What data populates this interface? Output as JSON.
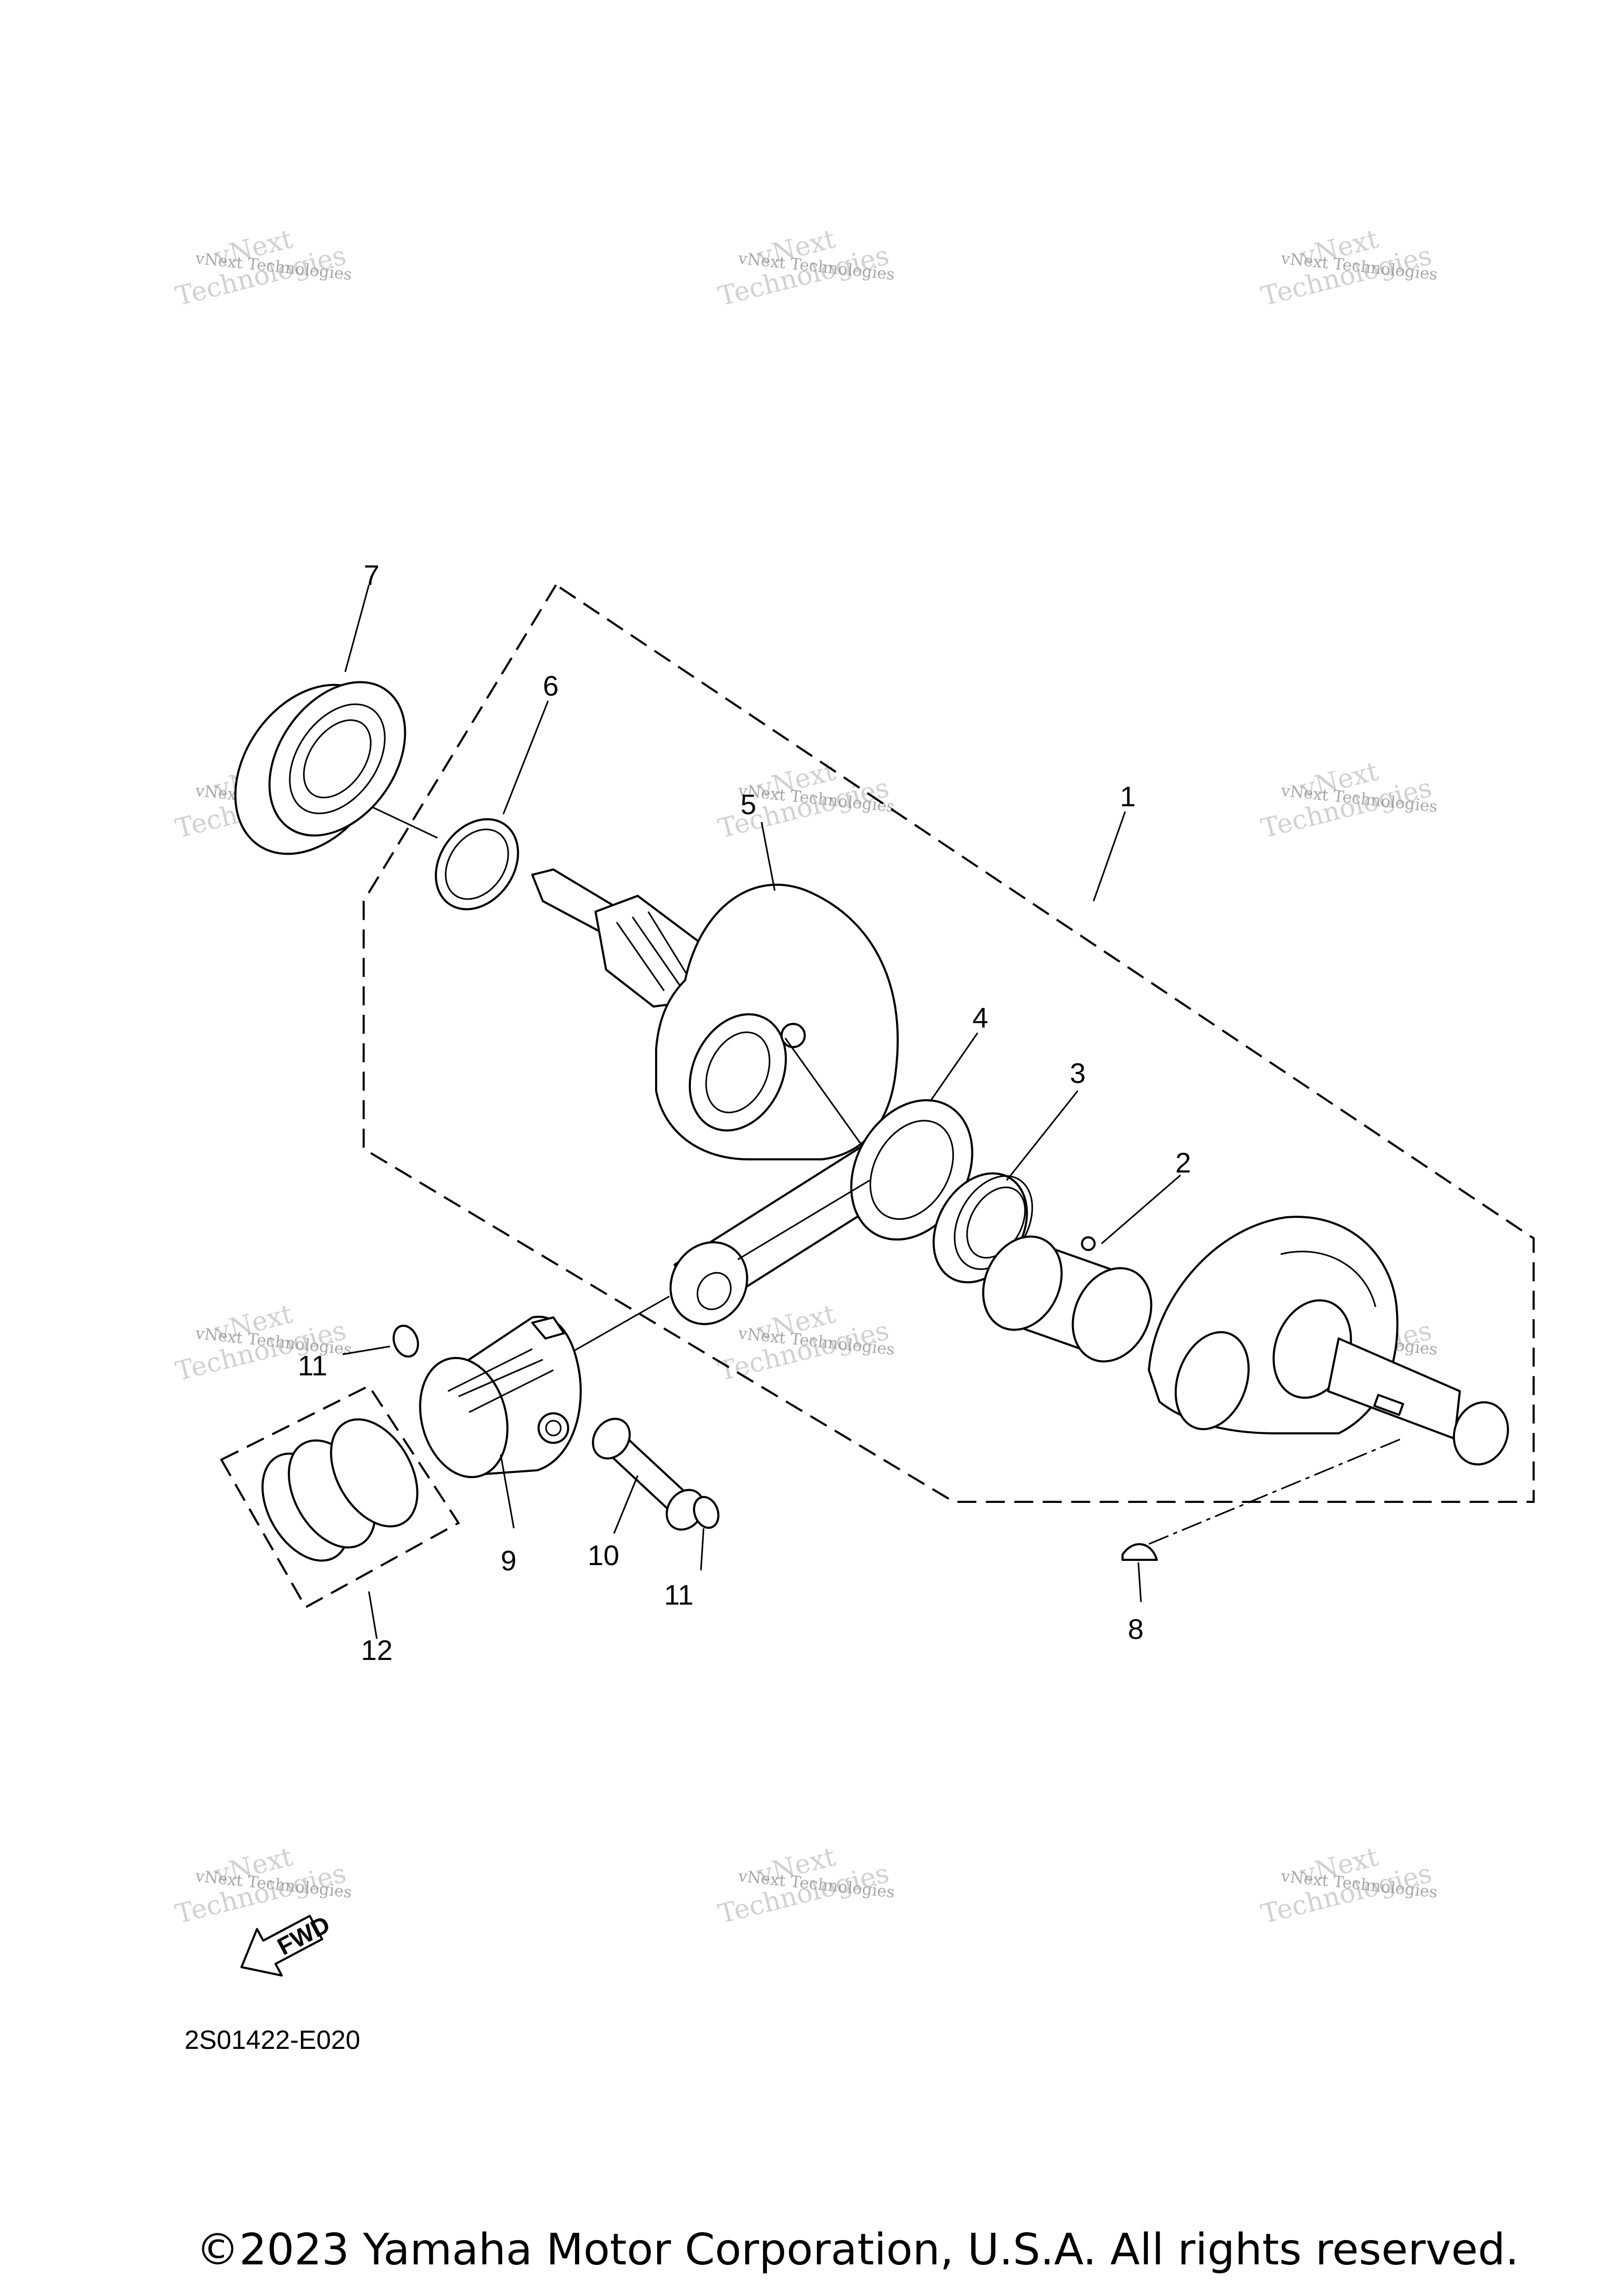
{
  "watermark": {
    "line1": "vNext Technologies",
    "line2": "vNext",
    "line3": "Technologies"
  },
  "callouts": {
    "p1": "1",
    "p2": "2",
    "p3": "3",
    "p4": "4",
    "p5": "5",
    "p6": "6",
    "p7": "7",
    "p8": "8",
    "p9": "9",
    "p10": "10",
    "p11a": "11",
    "p11b": "11",
    "p12": "12"
  },
  "fwd_label": "FWD",
  "drawing_code": "2S01422-E020",
  "copyright": "©2023 Yamaha Motor Corporation, U.S.A. All rights reserved."
}
